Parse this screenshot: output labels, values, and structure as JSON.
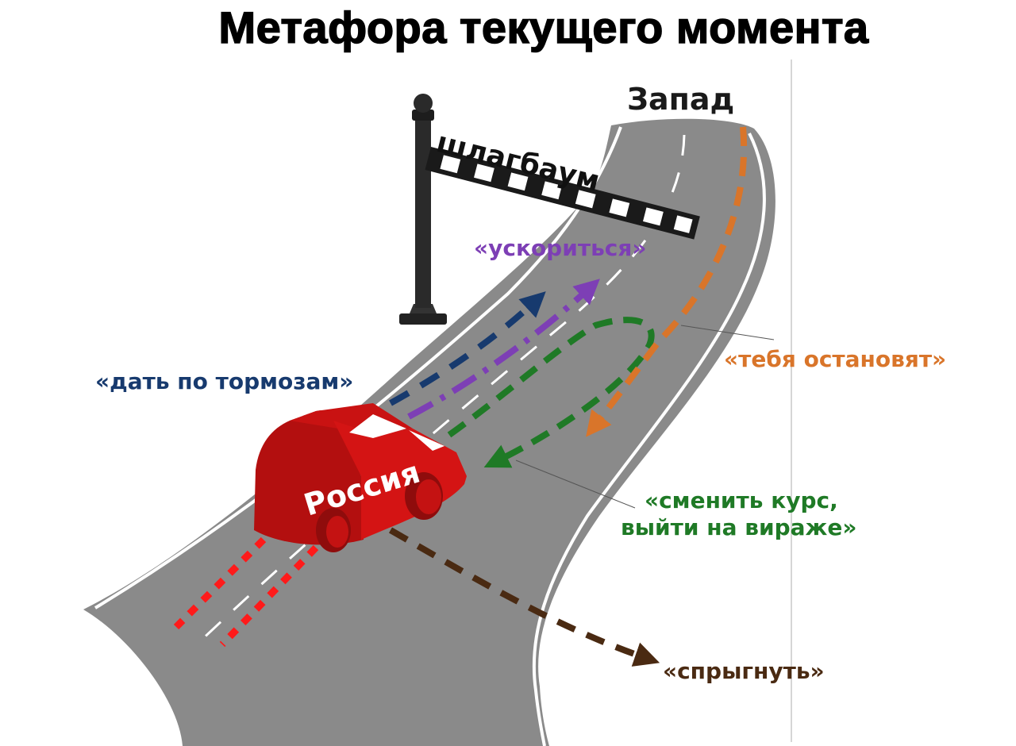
{
  "title": "Метафора текущего момента",
  "labels": {
    "west": "Запад",
    "barrier": "шлагбаум",
    "accelerate": "«ускориться»",
    "brake": "«дать по тормозам»",
    "stopped": "«тебя остановят»",
    "turn_line1": "«сменить курс,",
    "turn_line2": "выйти на вираже»",
    "jump": "«спрыгнуть»",
    "car": "Россия"
  },
  "colors": {
    "accelerate": "#7d3fb5",
    "brake": "#173a6e",
    "stopped": "#d9752a",
    "turn": "#1f7a26",
    "jump": "#4a2a12",
    "car": "#d41414",
    "road": "#8a8a8a",
    "trail": "#ff1a1a"
  }
}
